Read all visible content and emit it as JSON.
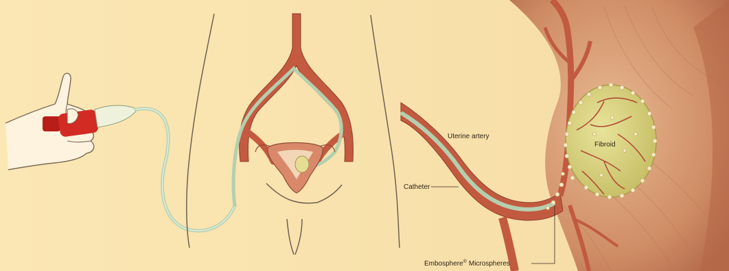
{
  "labels": {
    "uterine_artery": "Uterine artery",
    "catheter": "Catheter",
    "fibroid": "Fibroid",
    "microspheres_brand": "Embosphere",
    "microspheres_reg": "®",
    "microspheres_suffix": "Microspheres"
  },
  "colors": {
    "background": "#fbe7b4",
    "artery": "#b8523b",
    "artery_light": "#d9826a",
    "catheter": "#a9c7a4",
    "tissue": "#d9a27c",
    "tissue_dark": "#b9704f",
    "fibroid": "#d4cf7a",
    "fibroid_edge": "#a89a4a",
    "syringe": "#c8231e",
    "outline": "#6b5a44"
  }
}
